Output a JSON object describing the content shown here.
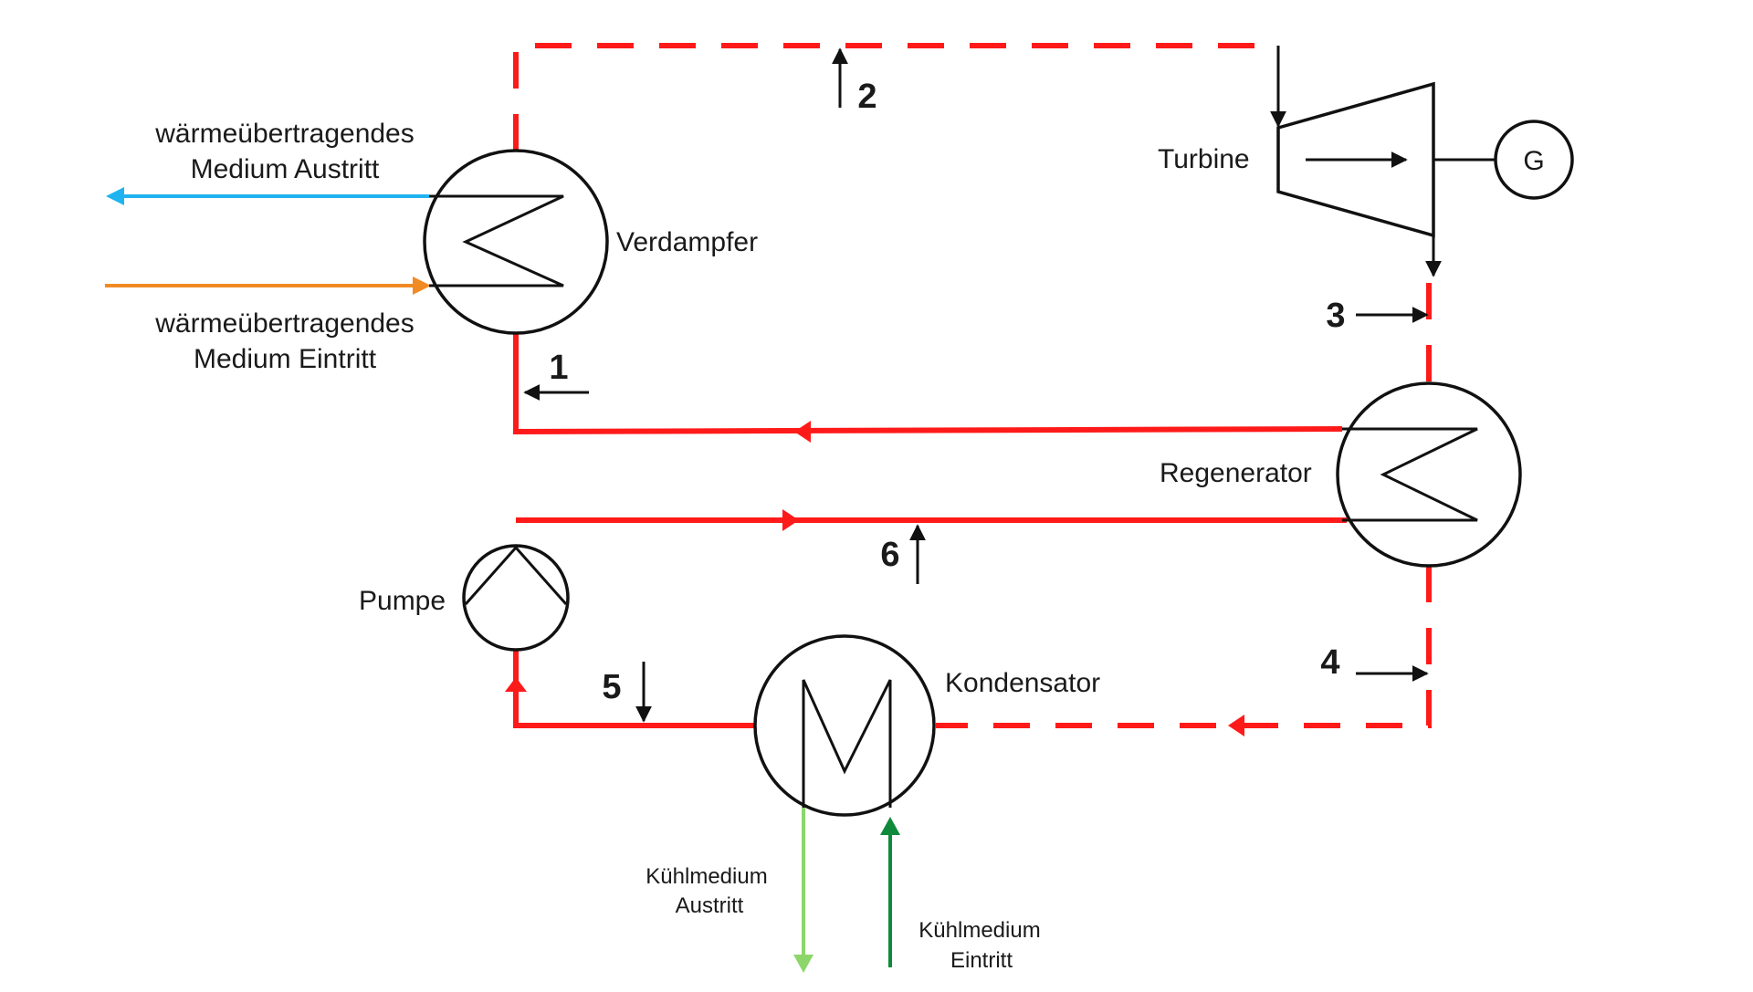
{
  "colors": {
    "working_fluid": "#ff1a1a",
    "heat_medium_out": "#1fb4f0",
    "heat_medium_in": "#f08a24",
    "cooling_out": "#8cd66a",
    "cooling_in": "#0f8a3a"
  },
  "labels": {
    "heat_out_line1": "wärmeübertragendes",
    "heat_out_line2": "Medium Austritt",
    "heat_in_line1": "wärmeübertragendes",
    "heat_in_line2": "Medium Eintritt",
    "evaporator": "Verdampfer",
    "turbine": "Turbine",
    "generator": "G",
    "regenerator": "Regenerator",
    "pump": "Pumpe",
    "condenser": "Kondensator",
    "cool_out_line1": "Kühlmedium",
    "cool_out_line2": "Austritt",
    "cool_in_line1": "Kühlmedium",
    "cool_in_line2": "Eintritt"
  },
  "states": [
    "1",
    "2",
    "3",
    "4",
    "5",
    "6"
  ]
}
